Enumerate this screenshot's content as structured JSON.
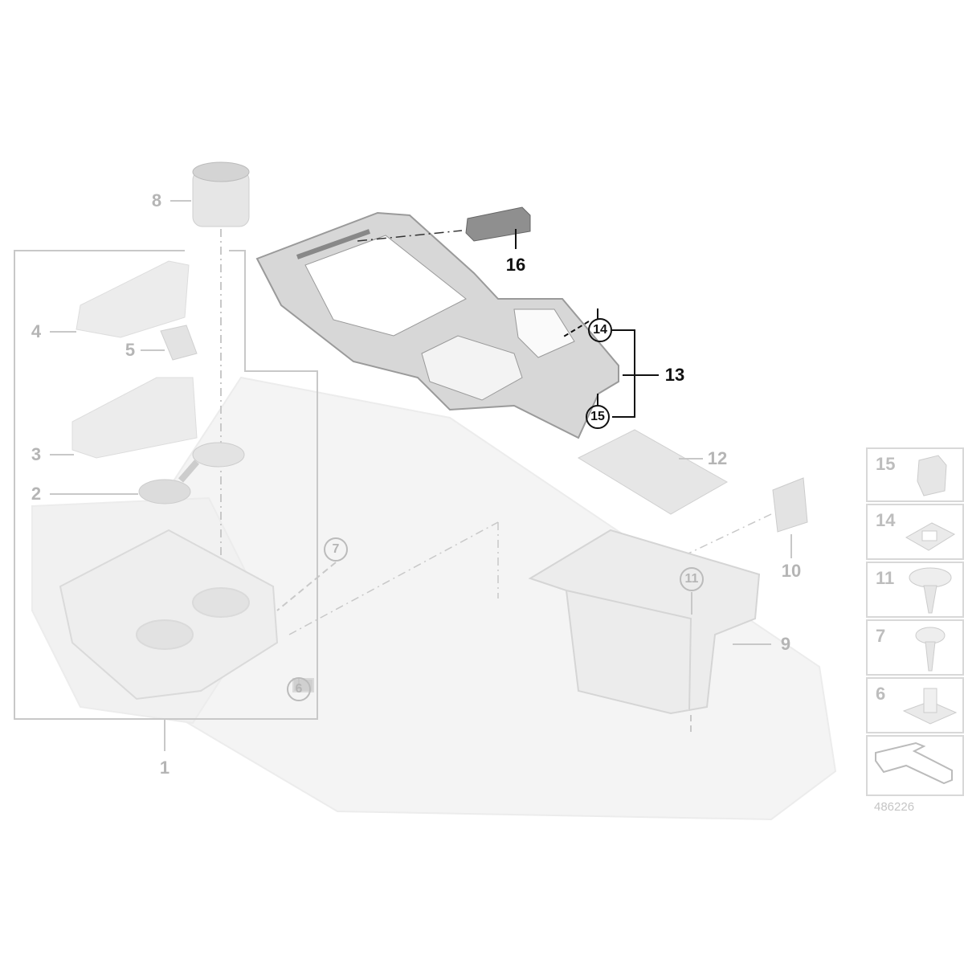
{
  "diagram": {
    "callouts": [
      {
        "id": "c8",
        "text": "8",
        "style": "plain"
      },
      {
        "id": "c4",
        "text": "4",
        "style": "plain"
      },
      {
        "id": "c5",
        "text": "5",
        "style": "plain"
      },
      {
        "id": "c3",
        "text": "3",
        "style": "plain"
      },
      {
        "id": "c2",
        "text": "2",
        "style": "plain"
      },
      {
        "id": "c1",
        "text": "1",
        "style": "plain"
      },
      {
        "id": "c7",
        "text": "7",
        "style": "circle"
      },
      {
        "id": "c6",
        "text": "6",
        "style": "circle"
      },
      {
        "id": "c16",
        "text": "16",
        "style": "dark"
      },
      {
        "id": "c14",
        "text": "14",
        "style": "circle-dark"
      },
      {
        "id": "c13",
        "text": "13",
        "style": "dark"
      },
      {
        "id": "c15",
        "text": "15",
        "style": "circle-dark"
      },
      {
        "id": "c12",
        "text": "12",
        "style": "plain"
      },
      {
        "id": "c10",
        "text": "10",
        "style": "plain"
      },
      {
        "id": "c11",
        "text": "11",
        "style": "circle"
      },
      {
        "id": "c9",
        "text": "9",
        "style": "plain"
      }
    ],
    "legend_items": [
      {
        "num": "15",
        "icon": "clip-icon"
      },
      {
        "num": "14",
        "icon": "clip-nut-icon"
      },
      {
        "num": "11",
        "icon": "screw-washer-icon"
      },
      {
        "num": "7",
        "icon": "screw-icon"
      },
      {
        "num": "6",
        "icon": "clip-base-icon"
      },
      {
        "num": "",
        "icon": "direction-arrow-icon"
      }
    ],
    "diagram_id": "486226",
    "colors": {
      "highlight": "#111111",
      "faded": "#b5b5b5",
      "part": "#d9d9d9"
    }
  }
}
